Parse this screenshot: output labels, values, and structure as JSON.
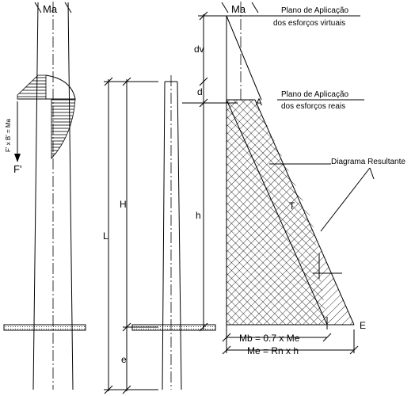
{
  "labels": {
    "ma_left": "Ma",
    "ma_right": "Ma",
    "plane_virtual_line1": "Plano de Aplicação",
    "plane_virtual_line2": "dos esforços virtuais",
    "plane_real_line1": "Plano de Aplicação",
    "plane_real_line2": "dos esforços reais",
    "diagram_resultant": "Diagrama Resultante",
    "dv": "dv",
    "d": "d",
    "H": "H",
    "L": "L",
    "h": "h",
    "e": "e",
    "A": "A",
    "T": "T",
    "E": "E",
    "F_prime": "F'",
    "force_formula": "F' x B' = Ma",
    "mb_formula": "Mb = 0.7 x Me",
    "me_formula": "Me = Rn x h"
  }
}
